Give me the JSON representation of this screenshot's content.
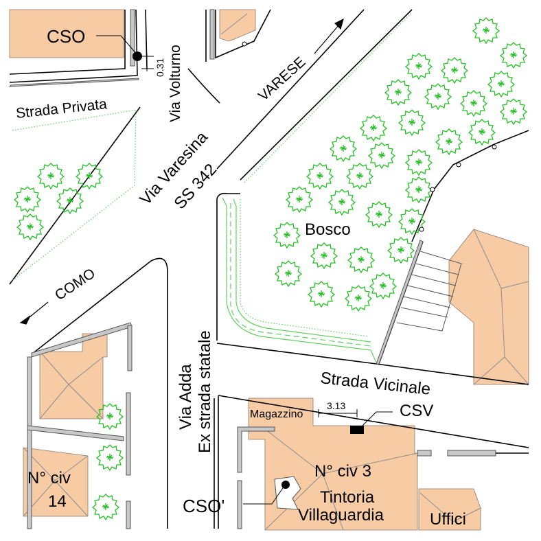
{
  "labels": {
    "cso": "CSO",
    "cso_prime": "CSO'",
    "csv": "CSV",
    "dim_031": "0.31",
    "dim_313": "3.13",
    "via_volturno": "Via Volturno",
    "strada_privata": "Strada Privata",
    "varese": "VARESE",
    "via_varesina": "Via Varesina",
    "ss342": "SS 342",
    "como": "COMO",
    "bosco": "Bosco",
    "via_adda": "Via Adda",
    "ex_strada_statale": "Ex strada statale",
    "strada_vicinale": "Strada Vicinale",
    "magazzino": "Magazzino",
    "civ3": "N° civ 3",
    "tintoria": "Tintoria",
    "villaguardia": "Villaguardia",
    "uffici": "Uffici",
    "civ14_line1": "N° civ",
    "civ14_line2": "14"
  },
  "colors": {
    "building_fill": "#f7cba4",
    "vegetation": "#22c022",
    "hedge": "#5fcf5f",
    "wall": "#c8c8c8",
    "background": "#ffffff"
  },
  "icons": [
    "tree-icon",
    "manhole-marker",
    "direction-arrow"
  ]
}
